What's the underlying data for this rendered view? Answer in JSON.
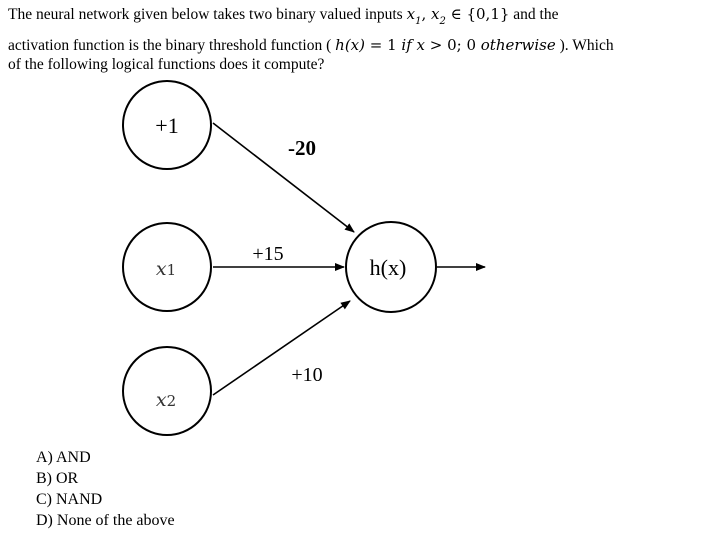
{
  "question": {
    "line1_prefix": "The neural network given below takes two binary valued inputs ",
    "var_x": "x",
    "sub_1": "1",
    "comma": ", ",
    "sub_2": "2",
    "set_text": " ∈ {0,1}",
    "line1_suffix": " and the",
    "line2_prefix": "activation function is the binary threshold function ( ",
    "formula_h": "h(x)",
    "formula_eq": " = 1 ",
    "formula_if": "if x",
    "formula_gt": " > 0; 0 ",
    "formula_otherwise": "otherwise",
    "line2_suffix": " ). Which",
    "line3": "of the following logical functions does it compute?"
  },
  "diagram": {
    "nodes": {
      "bias_label": "+1",
      "x1_label": "x",
      "x1_sub": "1",
      "x2_label": "x",
      "x2_sub": "2",
      "output_label": "h(x)"
    },
    "weights": {
      "bias_weight": "-20",
      "x1_weight": "+15",
      "x2_weight": "+10"
    }
  },
  "options": [
    {
      "label": "A) AND"
    },
    {
      "label": "B) OR"
    },
    {
      "label": "C) NAND"
    },
    {
      "label": "D) None of the above"
    }
  ]
}
